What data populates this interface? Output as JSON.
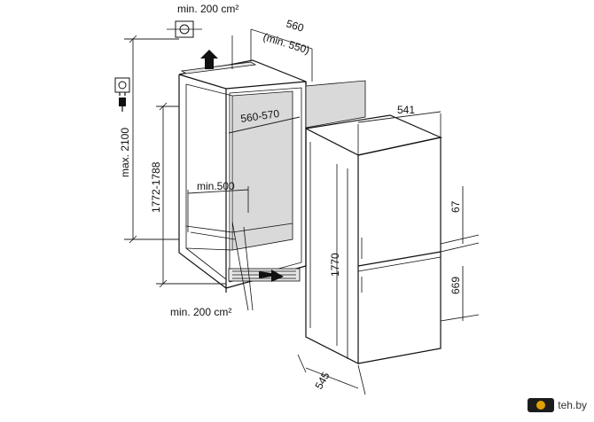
{
  "diagram": {
    "labels": {
      "vent_top": "min. 200 cm²",
      "niche_depth": "560",
      "niche_depth_min": "(min. 550)",
      "max_height": "max. 2100",
      "niche_width": "560-570",
      "niche_height": "1772-1788",
      "min_depth": "min.500",
      "vent_bottom": "min. 200 cm²",
      "appliance_width": "541",
      "appliance_height": "1770",
      "appliance_depth": "545",
      "gap_height": "67",
      "freezer_height": "669"
    },
    "icons": [
      "vent-icon",
      "socket-icon",
      "plug-icon",
      "airflow-up-arrow-icon",
      "airflow-in-arrow-icon"
    ]
  },
  "watermark": {
    "text": "teh.by"
  }
}
